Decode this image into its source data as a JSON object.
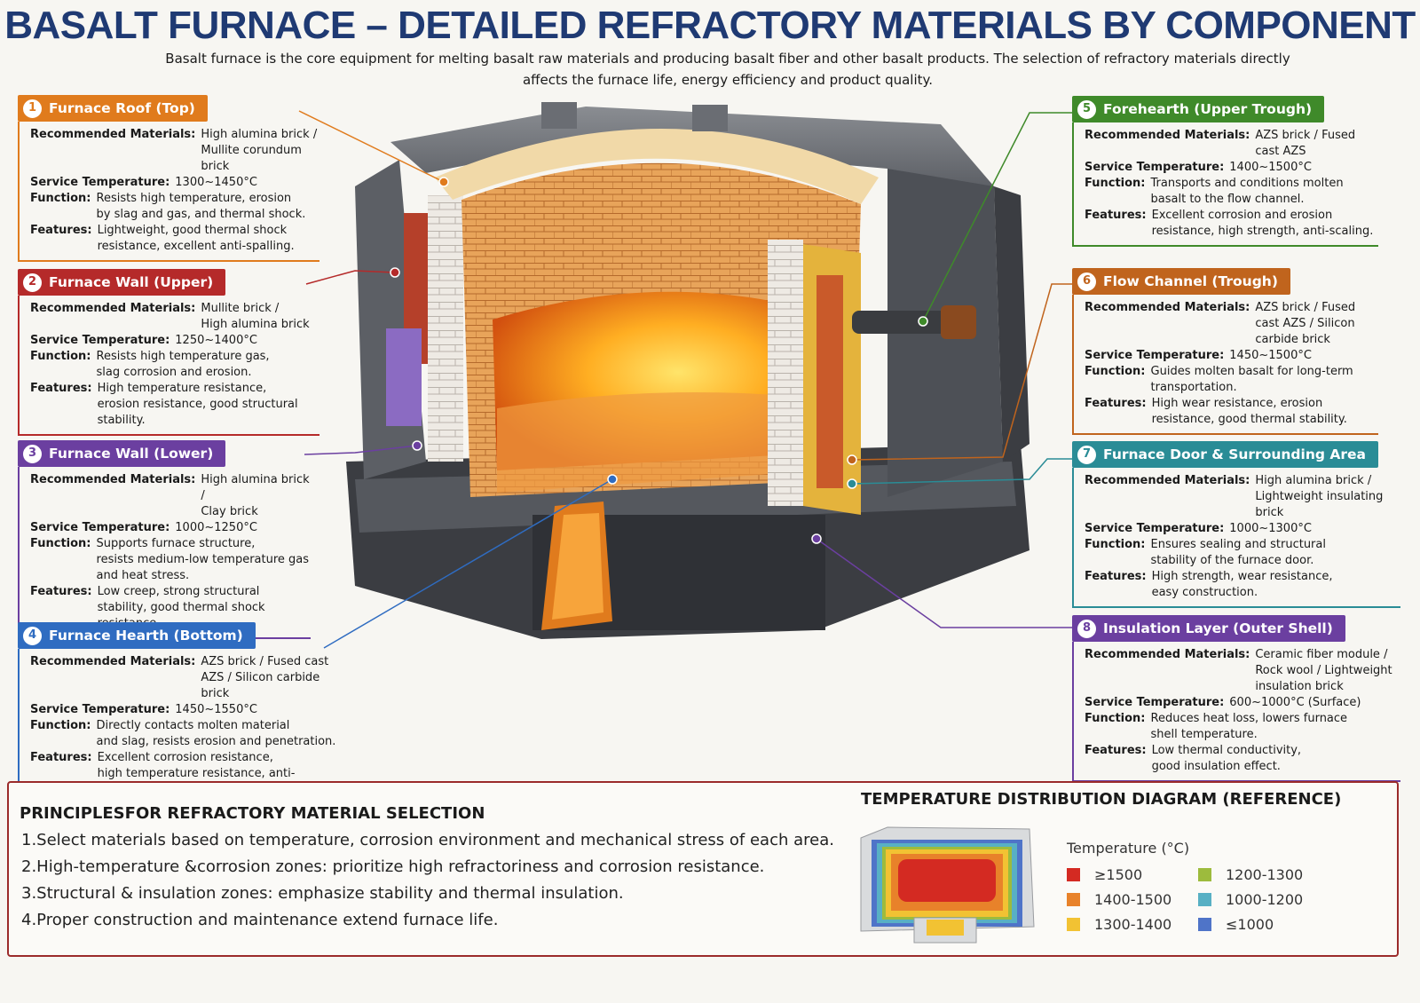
{
  "header": {
    "title": "BASALT FURNACE – DETAILED REFRACTORY MATERIALS BY COMPONENT",
    "subtitle": "Basalt furnace is the core equipment for melting basalt raw materials and producing basalt fiber and other basalt products. The selection of refractory materials directly affects the furnace life, energy efficiency and product quality."
  },
  "labels": {
    "materials": "Recommended Materials:",
    "temperature": "Service Temperature:",
    "function": "Function:",
    "features": "Features:"
  },
  "components": [
    {
      "num": "1",
      "name": "Furnace Roof (Top)",
      "materials": "High alumina brick /\nMullite corundum brick",
      "temperature": "1300~1450°C",
      "function": "Resists high temperature, erosion\nby slag and gas, and thermal shock.",
      "features": "Lightweight, good thermal shock\nresistance, excellent anti-spalling."
    },
    {
      "num": "2",
      "name": "Furnace Wall (Upper)",
      "materials": "Mullite brick /\nHigh alumina brick",
      "temperature": "1250~1400°C",
      "function": "Resists high temperature gas,\nslag corrosion and erosion.",
      "features": "High temperature resistance,\nerosion resistance, good structural stability."
    },
    {
      "num": "3",
      "name": "Furnace Wall (Lower)",
      "materials": "High alumina brick /\nClay brick",
      "temperature": "1000~1250°C",
      "function": "Supports furnace structure,\nresists medium-low temperature gas\nand heat stress.",
      "features": "Low creep, strong structural\nstability, good thermal shock resistance."
    },
    {
      "num": "4",
      "name": "Furnace Hearth (Bottom)",
      "materials": "AZS brick / Fused cast\nAZS / Silicon carbide brick",
      "temperature": "1450~1550°C",
      "function": "Directly contacts molten material\nand slag, resists erosion and penetration.",
      "features": "Excellent corrosion resistance,\nhigh temperature resistance, anti-penetration."
    },
    {
      "num": "5",
      "name": "Forehearth (Upper Trough)",
      "materials": "AZS brick / Fused\ncast AZS",
      "temperature": "1400~1500°C",
      "function": "Transports and conditions molten\nbasalt to the flow channel.",
      "features": "Excellent corrosion and erosion\nresistance, high strength, anti-scaling."
    },
    {
      "num": "6",
      "name": "Flow Channel (Trough)",
      "materials": "AZS brick / Fused\ncast AZS / Silicon carbide brick",
      "temperature": "1450~1500°C",
      "function": "Guides molten basalt for long-term\ntransportation.",
      "features": "High wear resistance, erosion\nresistance, good thermal stability."
    },
    {
      "num": "7",
      "name": "Furnace Door & Surrounding Area",
      "materials": "High alumina brick /\nLightweight insulating brick",
      "temperature": "1000~1300°C",
      "function": "Ensures sealing and structural\nstability of the furnace door.",
      "features": "High strength, wear resistance,\neasy construction."
    },
    {
      "num": "8",
      "name": "Insulation Layer (Outer Shell)",
      "materials": "Ceramic fiber module /\nRock wool / Lightweight insulation brick",
      "temperature": "600~1000°C (Surface)",
      "function": "Reduces heat loss, lowers furnace\nshell temperature.",
      "features": "Low thermal conductivity,\ngood insulation effect."
    }
  ],
  "principles": {
    "title": "PRINCIPLESFOR REFRACTORY MATERIAL SELECTION",
    "items": [
      "1.Select materials based on temperature, corrosion environment and mechanical stress of each area.",
      "2.High-temperature &corrosion zones: prioritize high refractoriness and corrosion resistance.",
      "3.Structural & insulation zones: emphasize stability and thermal insulation.",
      "4.Proper construction and maintenance extend furnace life."
    ]
  },
  "temperature_diagram": {
    "title": "TEMPERATURE DISTRIBUTION DIAGRAM (REFERENCE)",
    "legend_title": "Temperature (°C)",
    "legend": [
      {
        "label": "≥1500",
        "color": "#d42a22"
      },
      {
        "label": "1400-1500",
        "color": "#e8822a"
      },
      {
        "label": "1300-1400",
        "color": "#f2c233"
      },
      {
        "label": "1200-1300",
        "color": "#9dbb3d"
      },
      {
        "label": "1000-1200",
        "color": "#58b0c4"
      },
      {
        "label": "≤1000",
        "color": "#4f74c8"
      }
    ]
  }
}
